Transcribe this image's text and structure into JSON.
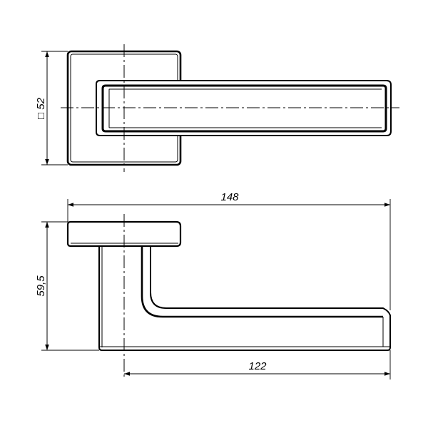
{
  "drawing": {
    "top_view": {
      "rose_dimension": "□ 52"
    },
    "side_view": {
      "overall_length": "148",
      "height": "59,5",
      "lever_length": "122"
    }
  }
}
